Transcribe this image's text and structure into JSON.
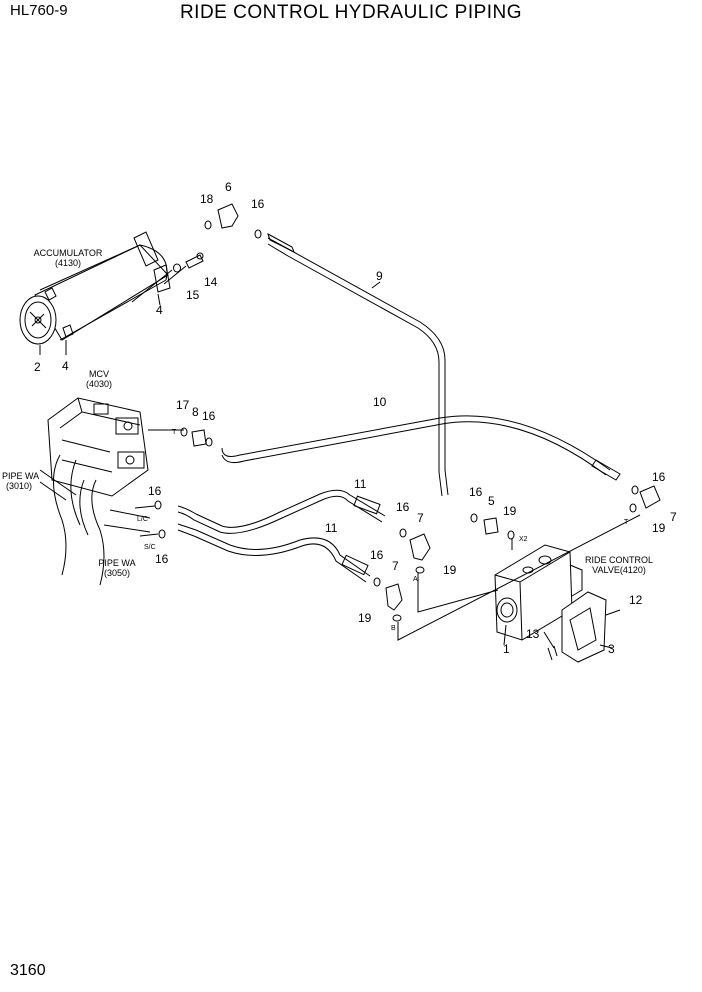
{
  "header": {
    "model": "HL760-9",
    "title": "RIDE CONTROL HYDRAULIC PIPING"
  },
  "footer": {
    "page_number": "3160"
  },
  "components": {
    "accumulator": [
      "ACCUMULATOR",
      "(4130)"
    ],
    "mcv": [
      "MCV",
      "(4030)"
    ],
    "pipe_wa_1": [
      "PIPE WA",
      "(3010)"
    ],
    "pipe_wa_2": [
      "PIPE WA",
      "(3050)"
    ],
    "ride_control_valve": [
      "RIDE CONTROL",
      "VALVE(4120)"
    ]
  },
  "port_labels": {
    "t1": "T",
    "t2": "T",
    "lc": "L/C",
    "sc": "S/C",
    "x2": "X2",
    "a": "A",
    "b": "B"
  },
  "callouts": {
    "c1": "1",
    "c2": "2",
    "c3": "3",
    "c4a": "4",
    "c4b": "4",
    "c5": "5",
    "c6": "6",
    "c7a": "7",
    "c7b": "7",
    "c7c": "7",
    "c8": "8",
    "c9": "9",
    "c10": "10",
    "c11a": "11",
    "c11b": "11",
    "c12": "12",
    "c13": "13",
    "c14": "14",
    "c15": "15",
    "c16a": "16",
    "c16b": "16",
    "c16c": "16",
    "c16d": "16",
    "c16e": "16",
    "c16f": "16",
    "c16g": "16",
    "c16h": "16",
    "c17": "17",
    "c18": "18",
    "c19a": "19",
    "c19b": "19",
    "c19c": "19",
    "c19d": "19"
  }
}
